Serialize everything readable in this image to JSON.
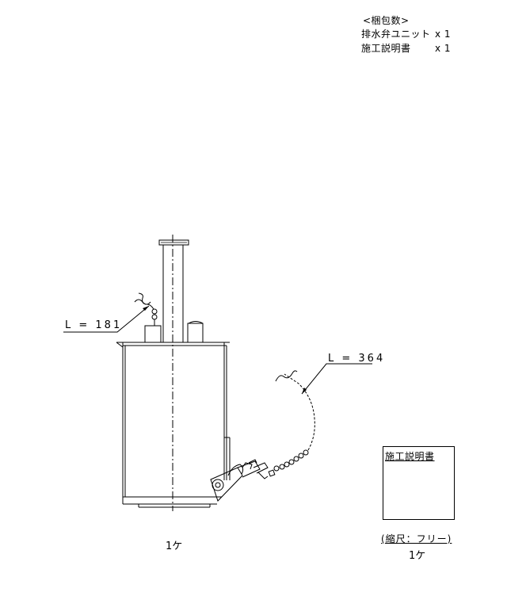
{
  "packing": {
    "title": "<梱包数>",
    "items": [
      {
        "name": "排水弁ユニット",
        "qty": "x 1"
      },
      {
        "name": "施工説明書",
        "qty": "x 1"
      }
    ]
  },
  "dimensions": {
    "upper_chain": "L = 181",
    "lower_chain": "L = 364"
  },
  "unit_quantity": "1ケ",
  "manual_box": {
    "title": "施工説明書",
    "scale": "(縮尺：フリー)",
    "quantity": "1ケ"
  }
}
